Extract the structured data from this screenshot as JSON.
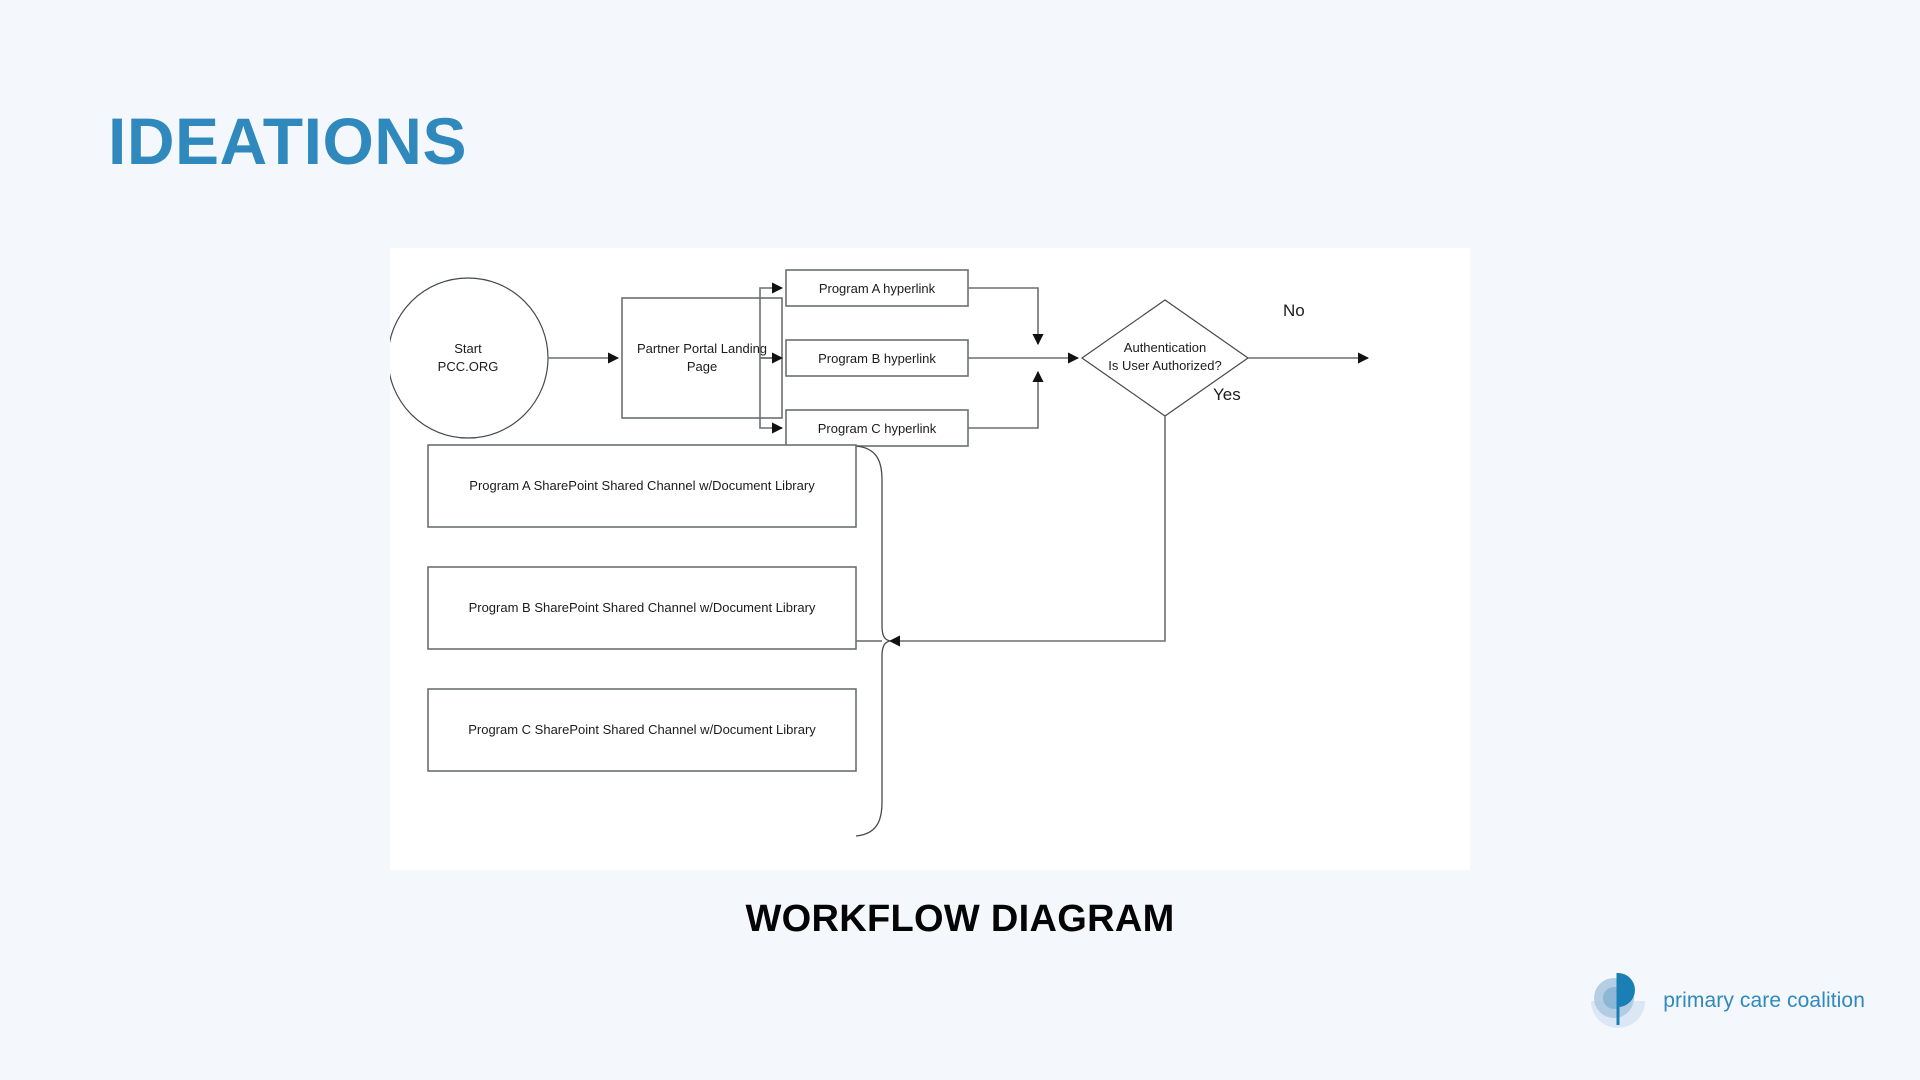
{
  "slide": {
    "title": "IDEATIONS",
    "caption": "WORKFLOW DIAGRAM",
    "background_color": "#f4f7fc",
    "title_color": "#2f89bd",
    "panel_color": "#ffffff"
  },
  "diagram": {
    "type": "flowchart",
    "nodes": {
      "start": {
        "shape": "ellipse",
        "line1": "Start",
        "line2": "PCC.ORG"
      },
      "landing": {
        "shape": "rectangle",
        "line1": "Partner Portal Landing",
        "line2": "Page"
      },
      "hyperlinks": [
        {
          "shape": "rectangle",
          "label": "Program A hyperlink"
        },
        {
          "shape": "rectangle",
          "label": "Program B hyperlink"
        },
        {
          "shape": "rectangle",
          "label": "Program C hyperlink"
        }
      ],
      "decision": {
        "shape": "diamond",
        "line1": "Authentication",
        "line2": "Is User Authorized?"
      },
      "sharepoint": [
        {
          "shape": "rectangle",
          "label": "Program A SharePoint Shared Channel w/Document Library"
        },
        {
          "shape": "rectangle",
          "label": "Program B SharePoint Shared Channel w/Document Library"
        },
        {
          "shape": "rectangle",
          "label": "Program C SharePoint Shared Channel w/Document Library"
        }
      ]
    },
    "edge_labels": {
      "no": "No",
      "yes": "Yes"
    },
    "stroke_color": "#6b6f73"
  },
  "logo": {
    "text": "primary care coalition",
    "color": "#2f89bd",
    "mark_colors": {
      "pale": "#dce8f5",
      "mid": "#a8c6de",
      "solid": "#1b7fb5"
    }
  }
}
